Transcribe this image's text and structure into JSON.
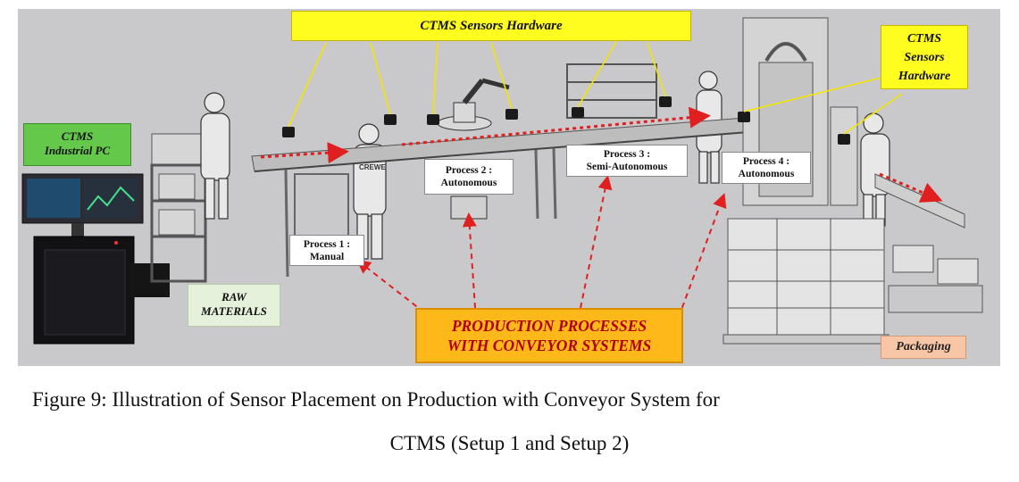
{
  "labels": {
    "sensors_top": "CTMS Sensors Hardware",
    "sensors_right": [
      "CTMS",
      "Sensors",
      "Hardware"
    ],
    "industrial_pc": [
      "CTMS",
      "Industrial PC"
    ],
    "process_1": [
      "Process 1 :",
      "Manual"
    ],
    "process_2": [
      "Process 2 :",
      "Autonomous"
    ],
    "process_3": [
      "Process 3 :",
      "Semi-Autonomous"
    ],
    "process_4": [
      "Process 4 :",
      "Autonomous"
    ],
    "raw_materials": [
      "RAW",
      "MATERIALS"
    ],
    "production": [
      "PRODUCTION PROCESSES",
      "WITH CONVEYOR SYSTEMS"
    ],
    "packaging": "Packaging",
    "worker_shirt": "CREWE"
  },
  "colors": {
    "scene_bg": "#c9c9cb",
    "sensor_label": "#fffd1f",
    "pc_label": "#64c84a",
    "production_label": "#ffb81a",
    "packaging_label": "#f7c6a7",
    "flow_arrow": "#e02020"
  },
  "caption": {
    "line1": "Figure 9: Illustration of Sensor Placement on Production with Conveyor System for",
    "line2": "CTMS (Setup 1 and Setup 2)"
  }
}
